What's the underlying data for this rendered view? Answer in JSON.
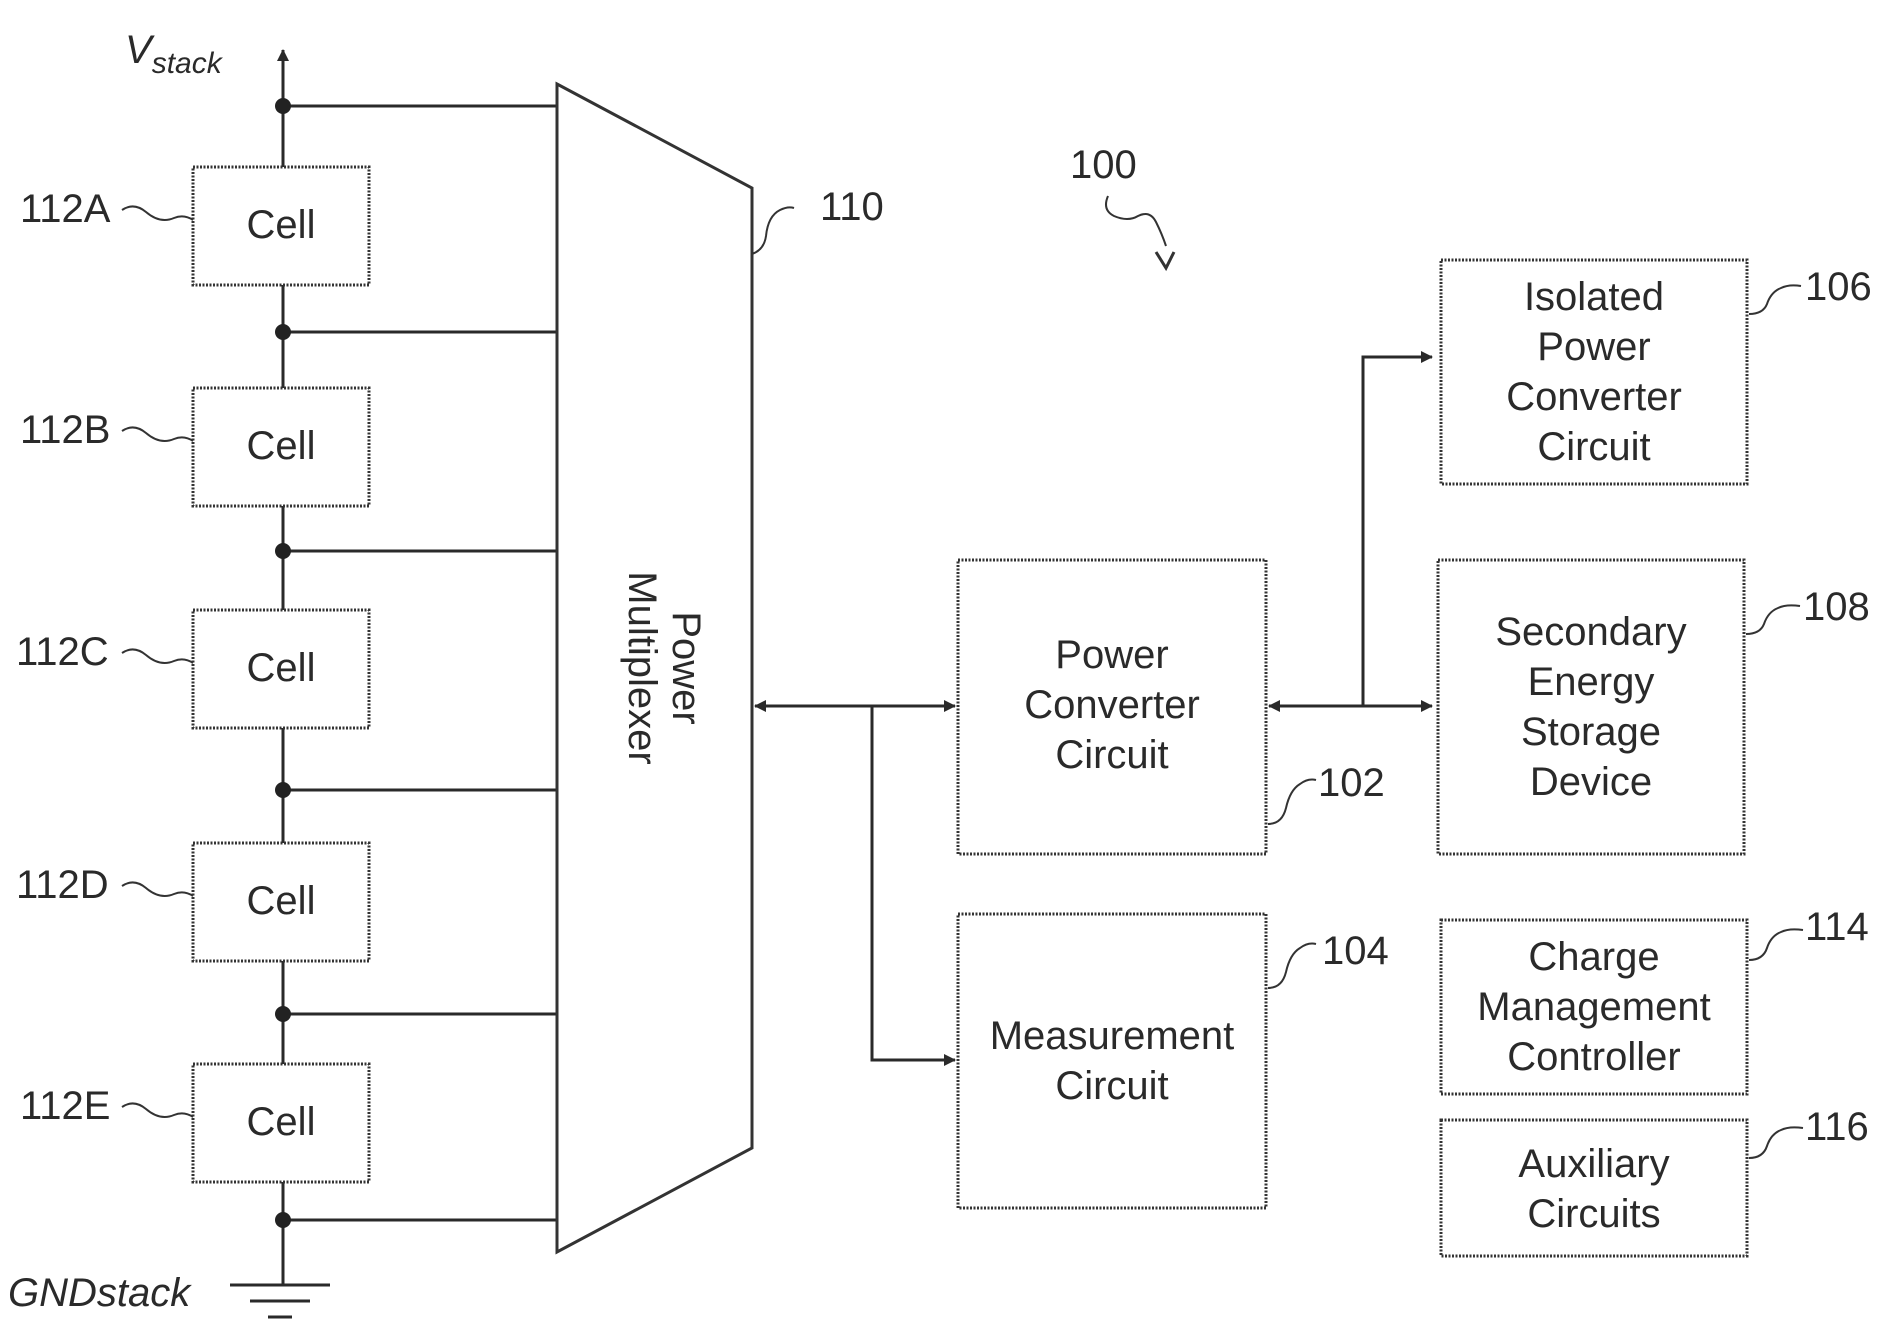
{
  "figure_ref": "100",
  "stack": {
    "top_label_main": "V",
    "top_label_sub": "stack",
    "ground_label": "GNDstack"
  },
  "cells": [
    {
      "ref": "112A",
      "label": "Cell"
    },
    {
      "ref": "112B",
      "label": "Cell"
    },
    {
      "ref": "112C",
      "label": "Cell"
    },
    {
      "ref": "112D",
      "label": "Cell"
    },
    {
      "ref": "112E",
      "label": "Cell"
    }
  ],
  "multiplexer": {
    "ref": "110",
    "line1": "Power",
    "line2": "Multiplexer"
  },
  "blocks": {
    "power_converter": {
      "ref": "102",
      "lines": [
        "Power",
        "Converter",
        "Circuit"
      ]
    },
    "measurement": {
      "ref": "104",
      "lines": [
        "Measurement",
        "Circuit"
      ]
    },
    "isolated_power_converter": {
      "ref": "106",
      "lines": [
        "Isolated",
        "Power",
        "Converter",
        "Circuit"
      ]
    },
    "secondary_storage": {
      "ref": "108",
      "lines": [
        "Secondary",
        "Energy",
        "Storage",
        "Device"
      ]
    },
    "charge_management": {
      "ref": "114",
      "lines": [
        "Charge",
        "Management",
        "Controller"
      ]
    },
    "auxiliary": {
      "ref": "116",
      "lines": [
        "Auxiliary",
        "Circuits"
      ]
    }
  }
}
